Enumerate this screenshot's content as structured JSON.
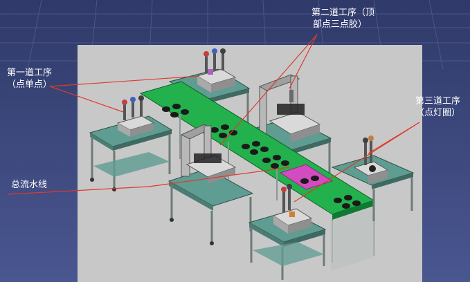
{
  "labels": {
    "station1": {
      "line1": "第一道工序",
      "line2": "（点单点）"
    },
    "station2": {
      "line1": "第二道工序（顶",
      "line2": "部点三点胶）"
    },
    "station3": {
      "line1": "第三道工序",
      "line2": "（点灯圈）"
    },
    "main_line": "总流水线"
  },
  "colors": {
    "background": "#3d4a7c",
    "panel": "#c9c9c9",
    "conveyor": "#22b14c",
    "table_top": "#5f9c91",
    "frame": "#9aa7a3",
    "leader_line": "#e03a2a",
    "pink_section": "#d24cc0"
  }
}
